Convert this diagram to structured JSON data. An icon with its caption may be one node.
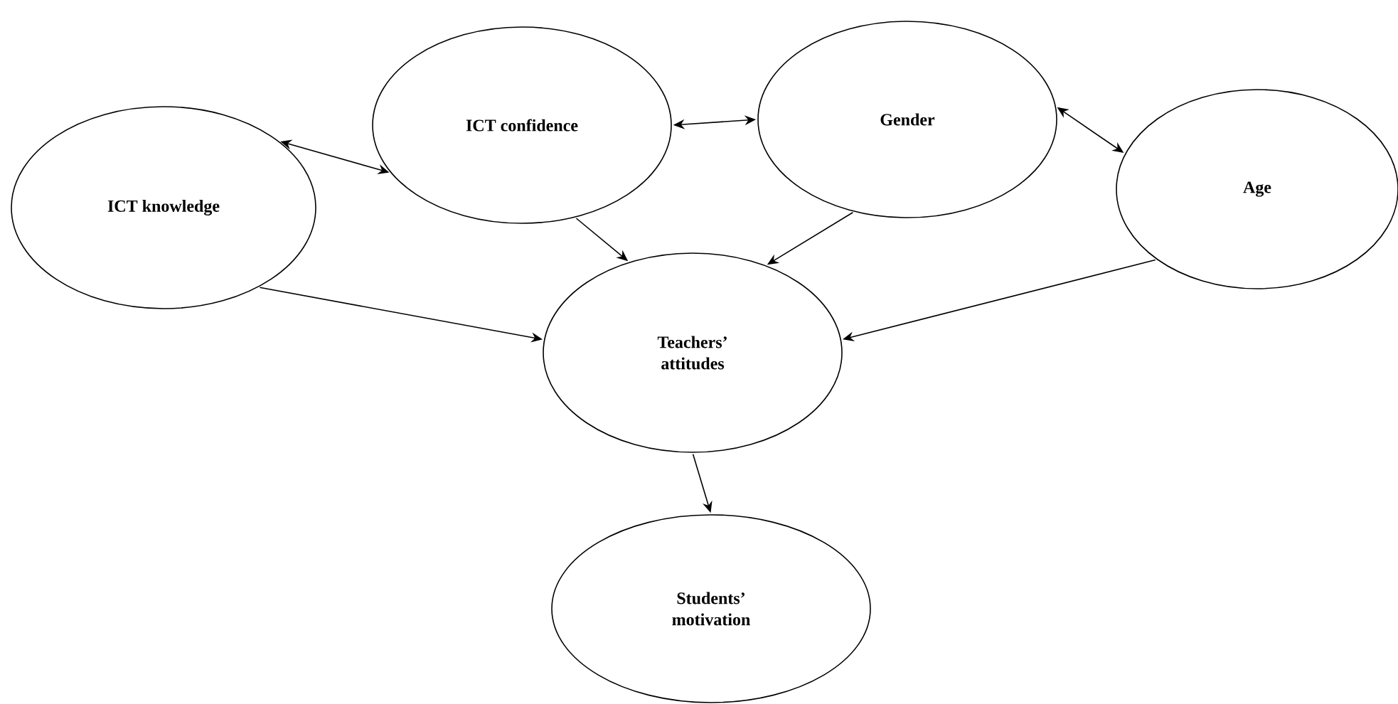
{
  "diagram": {
    "nodes": [
      {
        "text": [
          "ICT knowledge"
        ]
      },
      {
        "text": [
          "ICT confidence"
        ]
      },
      {
        "text": [
          "Gender"
        ]
      },
      {
        "text": [
          "Age"
        ]
      },
      {
        "text": [
          "Teachers’ attitudes"
        ]
      },
      {
        "text": [
          "Students’ motivation"
        ]
      }
    ],
    "edges": [
      {
        "from": 0,
        "to": 1,
        "arrow": "both"
      },
      {
        "from": 1,
        "to": 2,
        "arrow": "both"
      },
      {
        "from": 2,
        "to": 3,
        "arrow": "both"
      },
      {
        "from": 0,
        "to": 4,
        "arrow": "to"
      },
      {
        "from": 1,
        "to": 4,
        "arrow": "to"
      },
      {
        "from": 2,
        "to": 4,
        "arrow": "to"
      },
      {
        "from": 3,
        "to": 4,
        "arrow": "to"
      },
      {
        "from": 4,
        "to": 5,
        "arrow": "to"
      }
    ]
  }
}
